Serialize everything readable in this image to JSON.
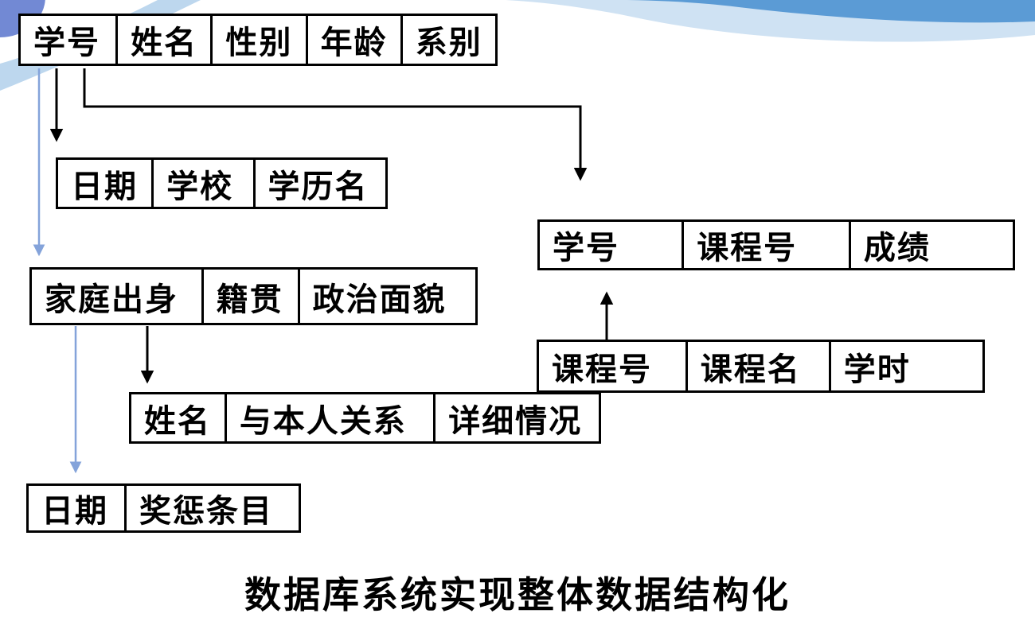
{
  "slide": {
    "caption": "数据库系统实现整体数据结构化"
  },
  "colors": {
    "background": "#ffffff",
    "swoosh_blue": "#5b9bd5",
    "swoosh_light_blue": "#cfe2f3",
    "swoosh_light_blue2": "#bdd7ee",
    "corner_blob_blue": "#7289d4",
    "arrow_blue": "#84a3da",
    "line_black": "#000000",
    "table_border": "#000000"
  },
  "tables": [
    {
      "id": "student",
      "fields": [
        "学号",
        "姓名",
        "性别",
        "年龄",
        "系别"
      ]
    },
    {
      "id": "education-history",
      "fields": [
        "日期",
        "学校",
        "学历名"
      ]
    },
    {
      "id": "course-score",
      "fields": [
        "学号",
        "课程号",
        "成绩"
      ]
    },
    {
      "id": "family-background",
      "fields": [
        "家庭出身",
        "籍贯",
        "政治面貌"
      ]
    },
    {
      "id": "course",
      "fields": [
        "课程号",
        "课程名",
        "学时"
      ]
    },
    {
      "id": "family-member",
      "fields": [
        "姓名",
        "与本人关系",
        "详细情况"
      ]
    },
    {
      "id": "reward-punishment",
      "fields": [
        "日期",
        "奖惩条目"
      ]
    }
  ],
  "connections": [
    {
      "from": "student",
      "to": "family-background",
      "style": "blue-arrow"
    },
    {
      "from": "student",
      "to": "education-history",
      "style": "black-arrow"
    },
    {
      "from": "student",
      "to": "course-score",
      "style": "black-elbow-arrow"
    },
    {
      "from": "family-background",
      "to": "family-member",
      "style": "black-arrow"
    },
    {
      "from": "family-background",
      "to": "reward-punishment",
      "style": "blue-arrow"
    },
    {
      "from": "course",
      "to": "course-score",
      "style": "black-arrow-up"
    }
  ]
}
